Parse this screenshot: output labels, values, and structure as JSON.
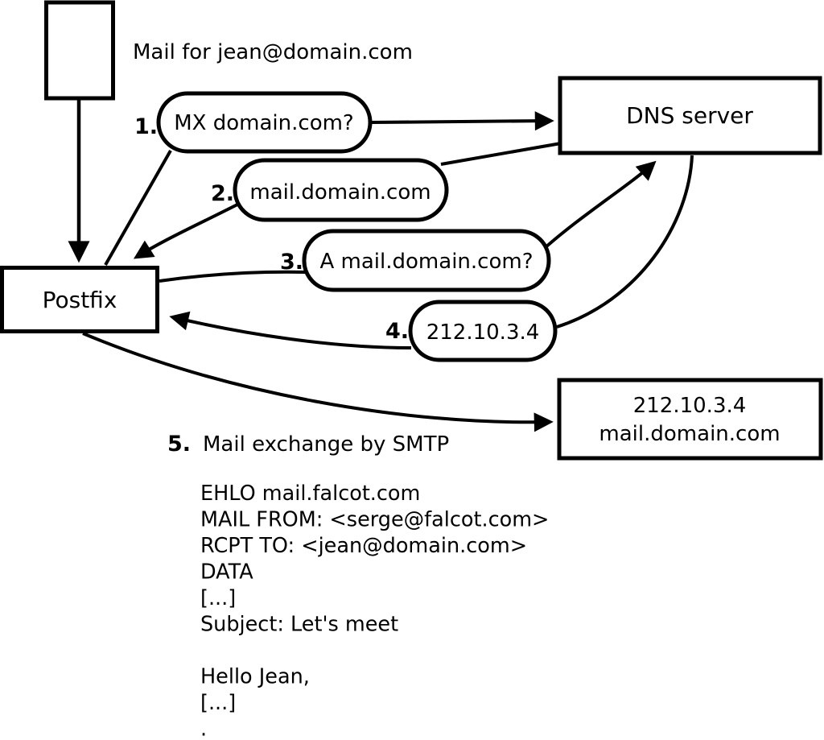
{
  "header": {
    "title": "Mail for jean@domain.com"
  },
  "nodes": {
    "sender": {
      "description": "outgoing-mail-envelope"
    },
    "postfix": {
      "label": "Postfix"
    },
    "dns": {
      "label": "DNS server"
    },
    "destination": {
      "line1": "212.10.3.4",
      "line2": "mail.domain.com"
    }
  },
  "steps": [
    {
      "number": "1.",
      "label": "MX domain.com?"
    },
    {
      "number": "2.",
      "label": "mail.domain.com"
    },
    {
      "number": "3.",
      "label": "A mail.domain.com?"
    },
    {
      "number": "4.",
      "label": "212.10.3.4"
    },
    {
      "number": "5.",
      "label": "Mail exchange by SMTP"
    }
  ],
  "smtp": {
    "lines": [
      "EHLO mail.falcot.com",
      "MAIL FROM: <serge@falcot.com>",
      "RCPT TO: <jean@domain.com>",
      "DATA",
      "[...]",
      "Subject: Let's meet",
      "",
      "Hello Jean,",
      "[...]",
      "."
    ]
  },
  "colors": {
    "stroke": "#000000",
    "background": "#ffffff"
  }
}
